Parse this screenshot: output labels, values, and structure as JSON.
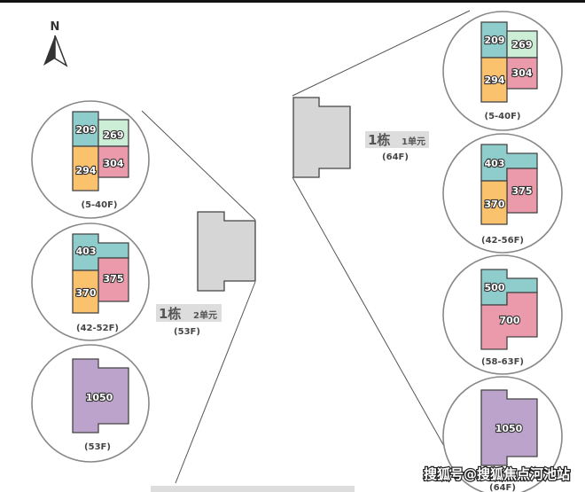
{
  "compass": {
    "label": "N"
  },
  "colors": {
    "teal": "#8ecdcc",
    "mint": "#cdeed6",
    "orange": "#fbc26e",
    "pink": "#ea9aaa",
    "purple": "#bca3cb",
    "building": "#d6d6d6"
  },
  "unit2": {
    "building": "1栋",
    "unit": "2单元",
    "floors": "(53F)",
    "plans": [
      {
        "range": "(5-40F)",
        "areas": [
          "209",
          "269",
          "294",
          "304"
        ]
      },
      {
        "range": "(42-52F)",
        "areas": [
          "403",
          "375",
          "370"
        ]
      },
      {
        "range": "(53F)",
        "areas": [
          "1050"
        ]
      }
    ]
  },
  "unit1": {
    "building": "1栋",
    "unit": "1单元",
    "floors": "(64F)",
    "plans": [
      {
        "range": "(5-40F)",
        "areas": [
          "209",
          "269",
          "294",
          "304"
        ]
      },
      {
        "range": "(42-56F)",
        "areas": [
          "403",
          "375",
          "370"
        ]
      },
      {
        "range": "(58-63F)",
        "areas": [
          "500",
          "700"
        ]
      },
      {
        "range": "(64F)",
        "areas": [
          "1050"
        ]
      }
    ]
  },
  "watermark": "搜狐号@搜狐焦点河池站"
}
